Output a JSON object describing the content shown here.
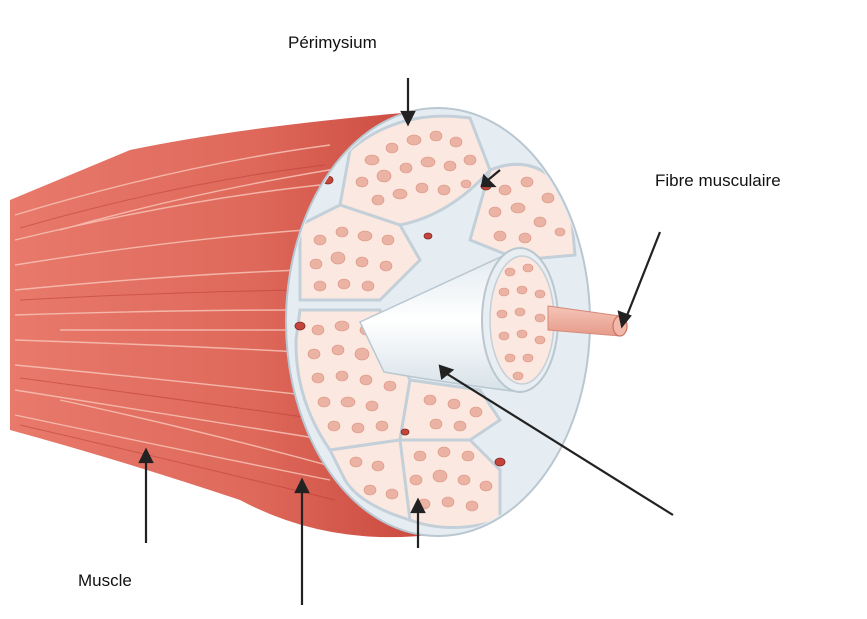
{
  "labels": {
    "perimysium": "Périmysium",
    "fibre_musculaire": "Fibre musculaire",
    "muscle": "Muscle"
  },
  "colors": {
    "muscle_dark": "#d9584c",
    "muscle_mid": "#e8796b",
    "muscle_light": "#f3b0a2",
    "fascicle_fill": "#fbe8e0",
    "fascicle_border": "#c9d4dc",
    "fiber_dot": "#e9a99a",
    "sheath": "#e6edf2",
    "arrow": "#222222"
  }
}
